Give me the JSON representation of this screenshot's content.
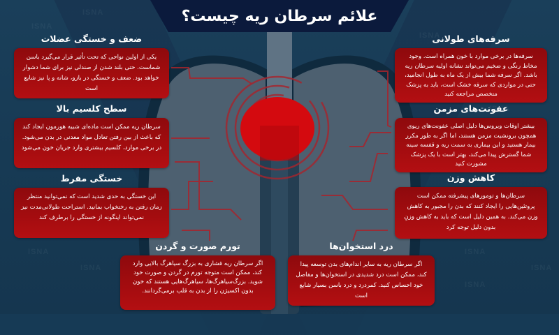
{
  "title": "علائم سرطان ریه چیست؟",
  "watermark": "ISNA",
  "colors": {
    "background": "#173a54",
    "title_banner": "#0b1a3c",
    "card_red": "#a30c0f",
    "tumor_red": "#d40a0f",
    "lung_gray": "#4b5f70",
    "text": "#ffffff"
  },
  "symptoms": {
    "left": [
      {
        "title": "ضعف و خستگی عضلات",
        "text": "یکی از اولین نواحی که تحت تأثیر قرار می‌گیرد باسن شماست. حتی بلند شدن از صندلی نیز برای شما دشوار خواهد بود. ضعف و خستگی در بازو، شانه و پا نیز شایع است"
      },
      {
        "title": "سطح کلسیم بالا",
        "text": "سرطان ریه ممکن است ماده‌ای شبیه هورمون ایجاد کند که باعث از بین رفتن تعادل مواد معدنی در بدن می‌شود. در برخی موارد، کلسیم بیشتری وارد جریان خون می‌شود"
      },
      {
        "title": "خستگی مفرط",
        "text": "این خستگی به حدی شدید است که نمی‌توانید منتظر زمان رفتن به رختخواب بمانید. استراحت طولانی‌مدت نیز نمی‌تواند اینگونه از خستگی را برطرف کند"
      }
    ],
    "right": [
      {
        "title": "سرفه‌های طولانی",
        "text": "سرفه‌ها در برخی موارد با خون همراه است. وجود مخاط رنگی و ضخیم می‌تواند نشانه اولیه سرطان ریه باشد. اگر سرفه شما بیش از یک ماه به طول انجامید، حتی در مواردی که سرفه خشک است، باید به پزشک متخصص مراجعه کنید"
      },
      {
        "title": "عفونت‌های مزمن",
        "text": "بیشتر اوقات ویروس‌ها دلیل اصلی عفونت‌های ریوی همچون برونشیت مزمن هستند، اما اگر به طور مکرر بیمار هستید و این بیماری به سمت ریه و قفسه سینه شما گسترش پیدا می‌کند، بهتر است با یک پزشک مشورت کنید"
      },
      {
        "title": "کاهش وزن",
        "text": "سرطان‌ها و تومورهای پیشرفته ممکن است پروتئین‌هایی را ایجاد کنند که بدن را مجبور به کاهش وزن می‌کند. به همین دلیل است که باید به کاهش وزنِ بدون دلیل توجه کرد"
      }
    ],
    "bottom": [
      {
        "title": "تورم صورت و گردن",
        "text": "اگر سرطان ریه فشاری به بزرگ سیاهرگ بالایی وارد کند، ممکن است متوجه تورم در گردن و صورت خود شوید. بزرگ‌سیاهرگ‌ها، سیاهرگ‌هایی هستند که خون بدون اکسیژن را از بدن به قلب برمی‌گردانند."
      },
      {
        "title": "درد استخوان‌ها",
        "text": "اگر سرطان ریه به سایر اندام‌های بدن توسعه پیدا کند، ممکن است درد شدیدی در استخوان‌ها و مفاصل خود احساس کنید. کمردرد و درد باسن بسیار شایع است"
      }
    ]
  }
}
